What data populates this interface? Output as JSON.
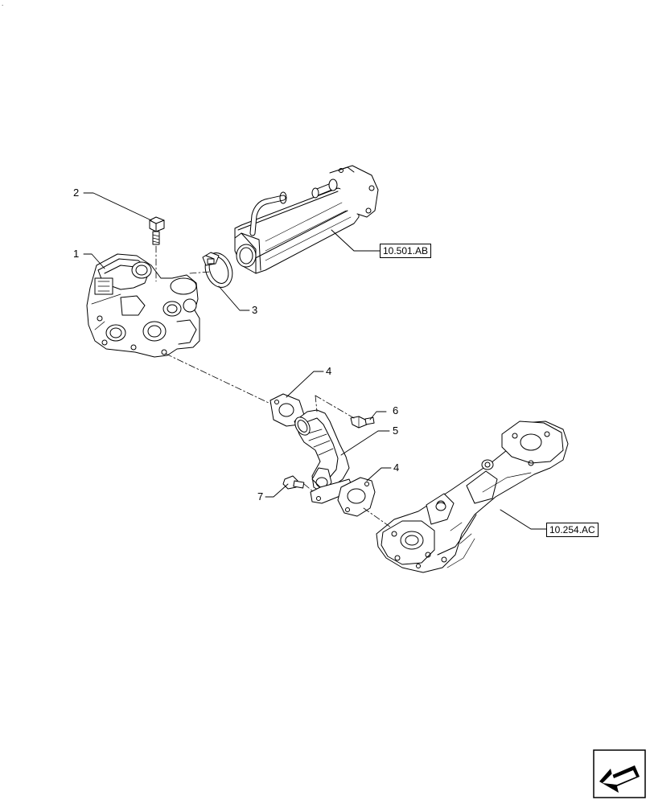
{
  "callouts": [
    {
      "id": "1",
      "text": "1"
    },
    {
      "id": "2",
      "text": "2"
    },
    {
      "id": "3",
      "text": "3"
    },
    {
      "id": "4a",
      "text": "4"
    },
    {
      "id": "4b",
      "text": "4"
    },
    {
      "id": "5",
      "text": "5"
    },
    {
      "id": "6",
      "text": "6"
    },
    {
      "id": "7",
      "text": "7"
    }
  ],
  "references": {
    "cooler": "10.501.AB",
    "manifold": "10.254.AC"
  },
  "corner_mark": "."
}
